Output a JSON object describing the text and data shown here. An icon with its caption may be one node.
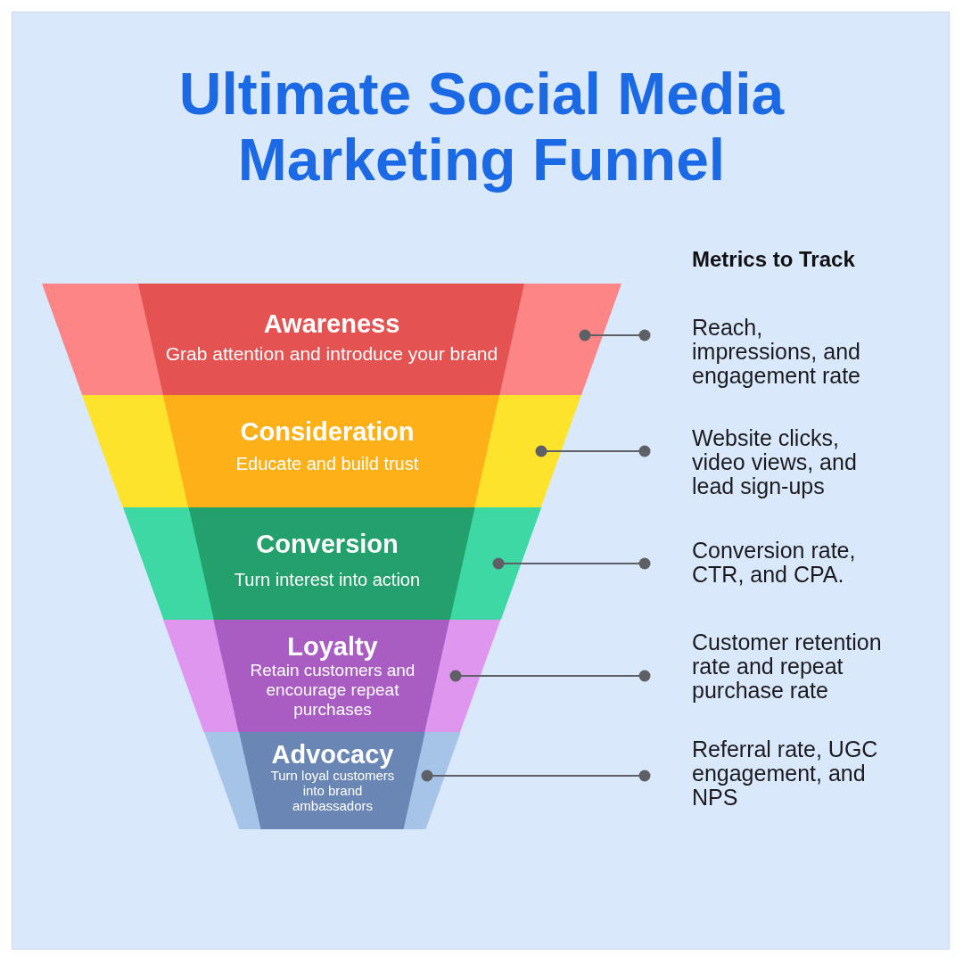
{
  "diagram": {
    "title": "Ultimate Social Media Marketing Funnel",
    "nodes": [
      {
        "text": [
          "Awareness",
          "Grab attention and introduce your brand"
        ]
      },
      {
        "text": [
          "Consideration",
          "Educate and build trust"
        ]
      },
      {
        "text": [
          "Conversion",
          "Turn interest into action"
        ]
      },
      {
        "text": [
          "Loyalty",
          "Retain customers and encourage repeat purchases"
        ]
      },
      {
        "text": [
          "Advocacy",
          "Turn loyal customers into brand ambassadors"
        ]
      },
      {
        "text": [
          "Reach, impressions, and engagement rate"
        ]
      },
      {
        "text": [
          "Website clicks, video views, and lead sign-ups"
        ]
      },
      {
        "text": [
          "Conversion rate, CTR, and CPA."
        ]
      },
      {
        "text": [
          "Customer retention rate and repeat purchase rate"
        ]
      },
      {
        "text": [
          "Referral rate, UGC engagement, and NPS"
        ]
      }
    ],
    "edges": [
      {
        "from": 0,
        "to": 5,
        "arrow": "other"
      },
      {
        "from": 1,
        "to": 6,
        "arrow": "other"
      },
      {
        "from": 2,
        "to": 7,
        "arrow": "other"
      },
      {
        "from": 3,
        "to": 8,
        "arrow": "other"
      },
      {
        "from": 4,
        "to": 9,
        "arrow": "other"
      }
    ],
    "labels": [
      "Metrics to Track"
    ]
  }
}
